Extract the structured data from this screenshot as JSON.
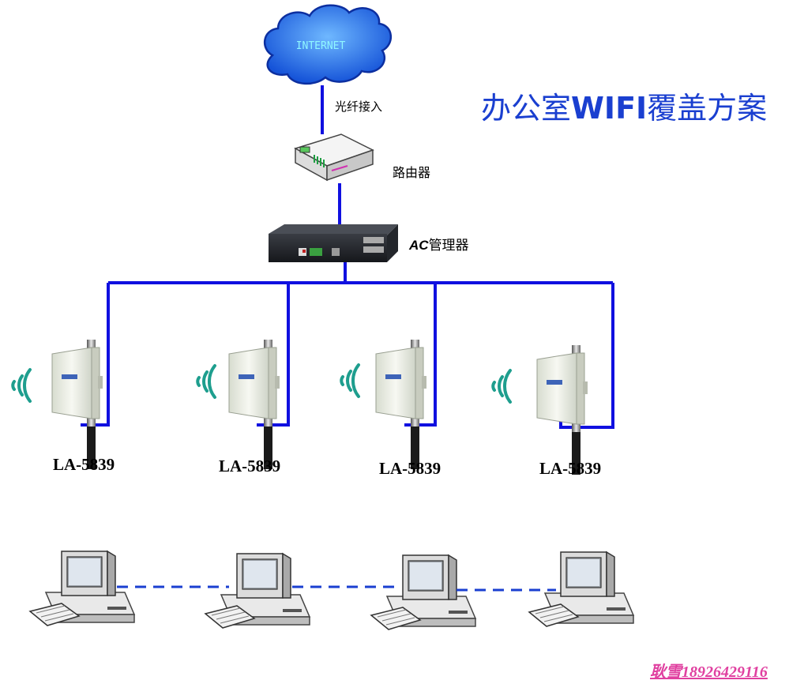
{
  "title": {
    "prefix": "办公室",
    "bold": "WIFI",
    "suffix": "覆盖方案"
  },
  "cloud_label": "INTERNET",
  "fiber_label": "光纤接入",
  "router_label": "路由器",
  "ac_label": {
    "bold": "AC",
    "rest": "管理器"
  },
  "access_points": [
    {
      "model": "LA-5839"
    },
    {
      "model": "LA-5839"
    },
    {
      "model": "LA-5839"
    },
    {
      "model": "LA-5839"
    }
  ],
  "contact": "耿雪18926429116",
  "colors": {
    "cable": "#1010e0",
    "title": "#1a3fd0",
    "wifi": "#1e9e8e",
    "cloud": "#1f6fe0",
    "contact": "#e040a0"
  }
}
